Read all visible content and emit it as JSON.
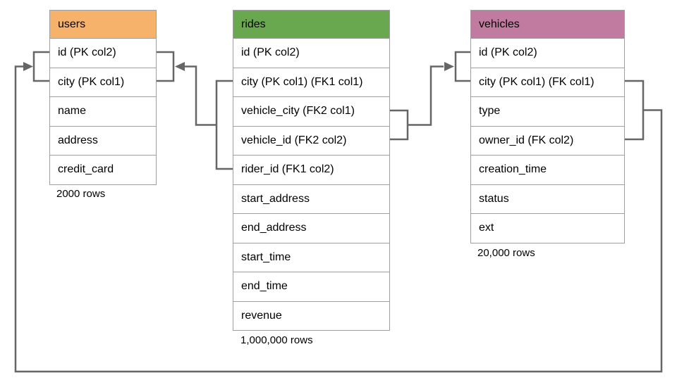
{
  "tables": [
    {
      "name": "users",
      "header_color": "#f6b26b",
      "columns": [
        "id (PK col2)",
        "city (PK col1)",
        "name",
        "address",
        "credit_card"
      ],
      "row_count": "2000 rows"
    },
    {
      "name": "rides",
      "header_color": "#6aa84f",
      "columns": [
        "id (PK col2)",
        "city (PK col1) (FK1 col1)",
        "vehicle_city (FK2 col1)",
        "vehicle_id (FK2 col2)",
        "rider_id (FK1 col2)",
        "start_address",
        "end_address",
        "start_time",
        "end_time",
        "revenue"
      ],
      "row_count": "1,000,000 rows"
    },
    {
      "name": "vehicles",
      "header_color": "#c27ba0",
      "columns": [
        "id (PK col2)",
        "city (PK col1) (FK col1)",
        "type",
        "owner_id (FK col2)",
        "creation_time",
        "status",
        "ext"
      ],
      "row_count": "20,000 rows"
    }
  ],
  "relationships": [
    {
      "label": "FK1",
      "from_table": "rides",
      "from_columns": [
        "city (PK col1) (FK1 col1)",
        "rider_id (FK1 col2)"
      ],
      "to_table": "users",
      "to_columns": [
        "id (PK col2)",
        "city (PK col1)"
      ]
    },
    {
      "label": "FK2",
      "from_table": "rides",
      "from_columns": [
        "vehicle_city (FK2 col1)",
        "vehicle_id (FK2 col2)"
      ],
      "to_table": "vehicles",
      "to_columns": [
        "id (PK col2)",
        "city (PK col1) (FK col1)"
      ]
    },
    {
      "label": "FK",
      "from_table": "vehicles",
      "from_columns": [
        "city (PK col1) (FK col1)",
        "owner_id (FK col2)"
      ],
      "to_table": "users",
      "to_columns": [
        "id (PK col2)",
        "city (PK col1)"
      ]
    }
  ],
  "colors": {
    "connector": "#666666",
    "table_border": "#9e9e9e",
    "users_header": "#f6b26b",
    "rides_header": "#6aa84f",
    "vehicles_header": "#c27ba0"
  }
}
